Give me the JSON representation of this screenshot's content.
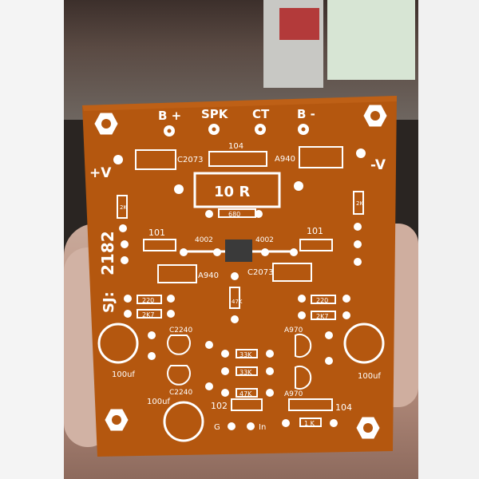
{
  "photo": {
    "subject": "pcb",
    "board_color": "#b4570f",
    "silk_color": "#ffffff"
  },
  "labels": {
    "b_plus": "B +",
    "spk": "SPK",
    "ct": "CT",
    "b_minus": "B -",
    "c2073_top": "C2073",
    "cap_104_top": "104",
    "a940_top": "A940",
    "plus_v": "+V",
    "minus_v": "-V",
    "r10": "10 R",
    "r680": "680",
    "c101_left": "101",
    "c101_right": "101",
    "d4002_left": "4002",
    "d4002_right": "4002",
    "side_2182": "2182",
    "sj": "SJ:",
    "a940_bottom": "A940",
    "c2073_bottom": "C2073",
    "r47k_mid": "47K",
    "r220_left": "220",
    "r2k7_left": "2K7",
    "r220_right": "220",
    "r2k7_right": "2K7",
    "c2240_top": "C2240",
    "c2240_bottom": "C2240",
    "a970_top": "A970",
    "a970_bottom": "A970",
    "r33k_top": "33K",
    "r33k_bottom": "33K",
    "r47k_bottom": "47K",
    "cap_100uf_left": "100uf",
    "cap_100uf_right": "100uf",
    "cap_100uf_bottom": "100uf",
    "cap_102": "102",
    "cap_104_bottom": "104",
    "r1k": "1 K",
    "g": "G",
    "in": "In",
    "r_left_vert": "2K",
    "r_right_vert": "2K"
  }
}
